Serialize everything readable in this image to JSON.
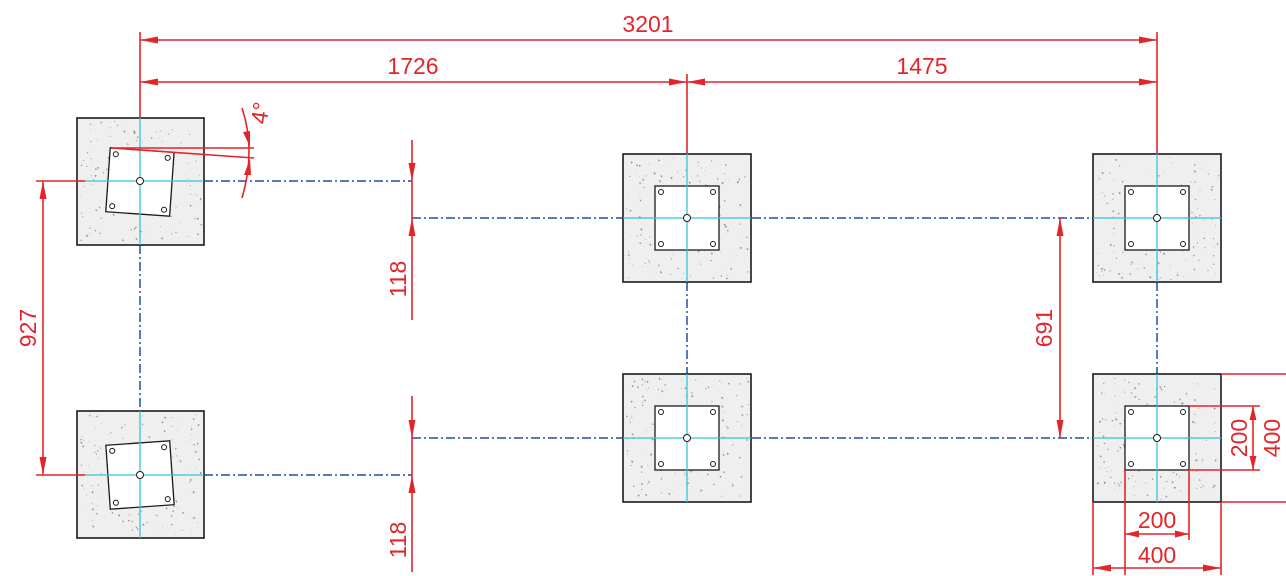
{
  "colors": {
    "dimension": "#e3252b",
    "axis_line": "#1f4fa6",
    "center_line": "#2fc7d8",
    "outline": "#1a1a1a",
    "concrete_fill": "#efefef",
    "aggregate": "#8c8c8c"
  },
  "dimensions": {
    "overall_length": "3201",
    "span_left": "1726",
    "span_right": "1475",
    "left_spacing": "927",
    "right_spacing": "691",
    "offset_top": "118",
    "offset_bottom": "118",
    "rotation_angle": "4°",
    "plate_height": "200",
    "footing_height": "400",
    "plate_width": "200",
    "footing_width": "400"
  },
  "footings": [
    {
      "id": "top-left",
      "rotation_deg": 4
    },
    {
      "id": "bottom-left",
      "rotation_deg": -4
    },
    {
      "id": "top-middle",
      "rotation_deg": 0
    },
    {
      "id": "bottom-middle",
      "rotation_deg": 0
    },
    {
      "id": "top-right",
      "rotation_deg": 0
    },
    {
      "id": "bottom-right",
      "rotation_deg": 0
    }
  ]
}
